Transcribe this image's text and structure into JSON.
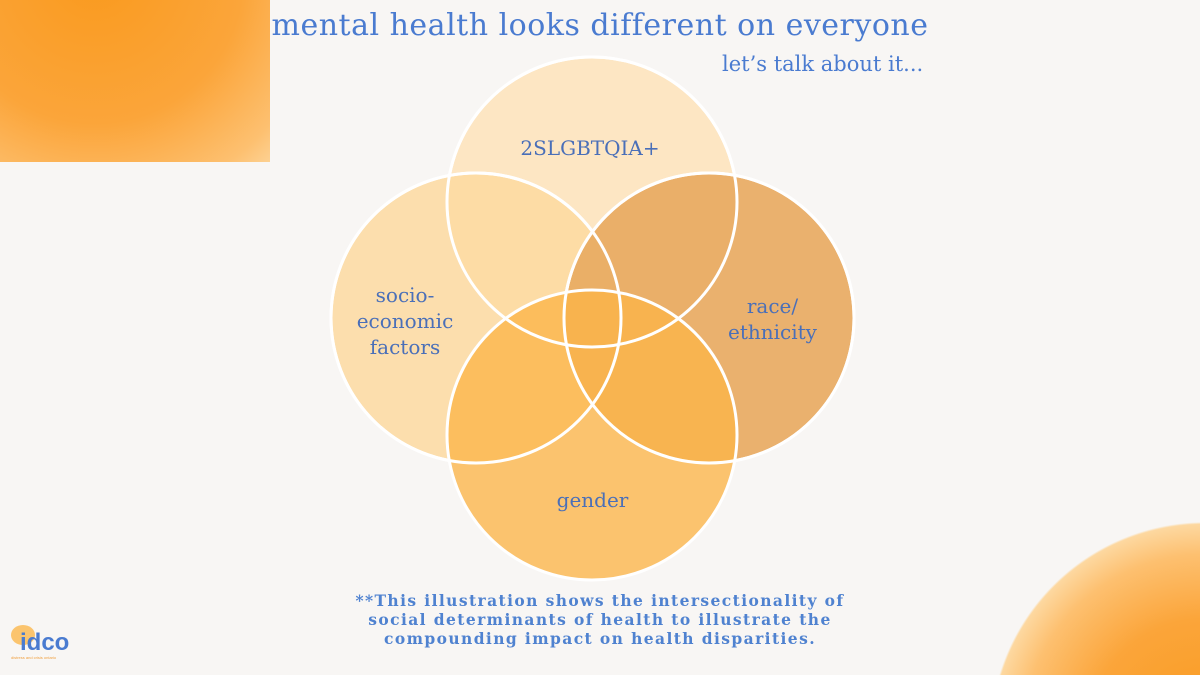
{
  "title": "mental health looks different on everyone",
  "subtitle": "let’s talk about it...",
  "venn": {
    "sets": [
      {
        "label": "2SLGBTQIA+",
        "color": "#fde6c3"
      },
      {
        "label_lines": [
          "socio-",
          "economic",
          "factors"
        ],
        "color": "#fdd9a0"
      },
      {
        "label_lines": [
          "race/",
          "ethnicity"
        ],
        "color": "#e8aa62"
      },
      {
        "label": "gender",
        "color": "#fbb548"
      }
    ]
  },
  "note_lines": [
    "**This illustration shows the intersectionality of",
    "social determinants of health to illustrate the",
    "compounding impact on health disparities."
  ],
  "logo": {
    "word": "idco",
    "tagline": "distress and crisis ontario"
  }
}
